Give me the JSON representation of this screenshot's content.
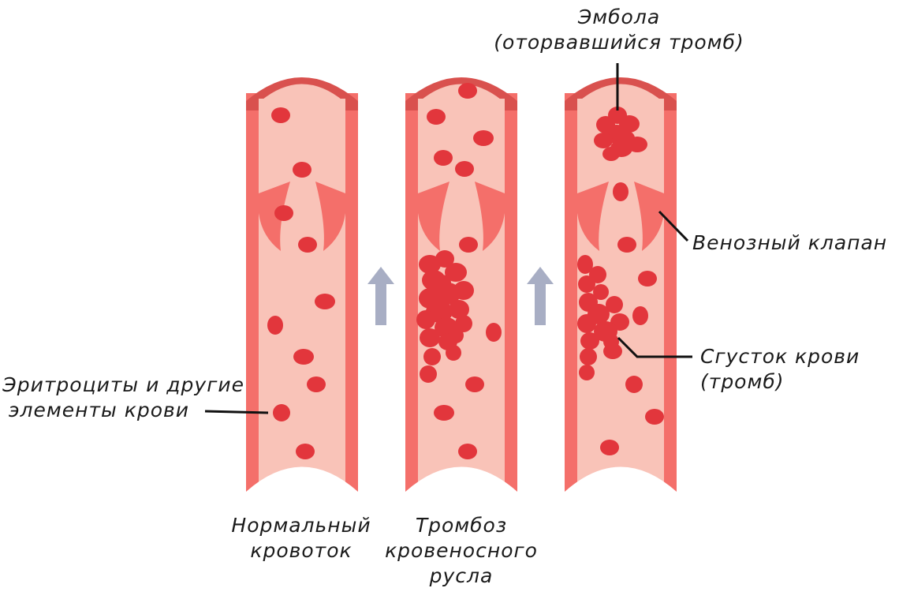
{
  "colors": {
    "lumen": "#f9c3b8",
    "wall": "#f46f6a",
    "wall_dark": "#d9514e",
    "cell": "#e2363c",
    "arrow": "#a8aec4",
    "leader": "#111111"
  },
  "labels": {
    "embolus": {
      "line1": "Эмбола",
      "line2": "(оторвавшийся тромб)"
    },
    "valve": "Венозный клапан",
    "clot": {
      "line1": "Сгусток крови",
      "line2": "(тромб)"
    },
    "rbc": {
      "line1": "Эритроциты и другие",
      "line2": "элементы крови"
    }
  },
  "captions": {
    "normal": {
      "line1": "Нормальный",
      "line2": "кровоток"
    },
    "thrombosis": {
      "line1": "Тромбоз",
      "line2": "кровеносного",
      "line3": "русла"
    }
  },
  "vessels": [
    {
      "name": "normal-flow-vessel",
      "state": "normal"
    },
    {
      "name": "thrombosis-vessel",
      "state": "thrombus"
    },
    {
      "name": "embolus-vessel",
      "state": "embolus"
    }
  ],
  "arrows": [
    {
      "name": "flow-arrow-1",
      "direction": "up"
    },
    {
      "name": "flow-arrow-2",
      "direction": "up"
    }
  ]
}
